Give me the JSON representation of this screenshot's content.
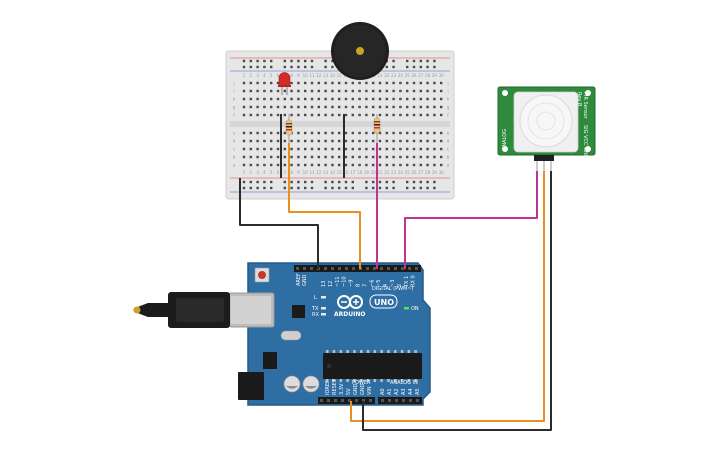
{
  "arduino": {
    "brand": "ARDUINO",
    "model": "UNO",
    "digital_label": "DIGITAL (PWM~)",
    "power_label": "POWER",
    "analog_label": "ANALOG IN",
    "on_label": "ON",
    "tx_label": "TX",
    "rx_label": "RX",
    "l_label": "L",
    "aref_label": "AREF",
    "gnd_label": "GND",
    "digital_pins": [
      "13",
      "12",
      "~11",
      "~10",
      "~9",
      "8",
      "7",
      "~6",
      "~5",
      "4",
      "~3",
      "2",
      "TX 1",
      "RX 0"
    ],
    "power_pins": [
      "IOREF",
      "RESET",
      "3.3V",
      "5V",
      "GND",
      "GND",
      "VIN"
    ],
    "analog_pins": [
      "A0",
      "A1",
      "A2",
      "A3",
      "A4",
      "A5"
    ]
  },
  "pir": {
    "label_left": "ANALOG",
    "label_right_top": "PIR Sensor",
    "label_right_sub": "Rev B",
    "label_right_bottom": "SIG VCC GND"
  },
  "breadboard": {
    "rows_top": [
      "j",
      "i",
      "h",
      "g",
      "f"
    ],
    "rows_bottom": [
      "e",
      "d",
      "c",
      "b",
      "a"
    ],
    "columns": [
      "1",
      "2",
      "3",
      "4",
      "5",
      "6",
      "7",
      "8",
      "9",
      "10",
      "11",
      "12",
      "13",
      "14",
      "15",
      "16",
      "17",
      "18",
      "19",
      "20",
      "21",
      "22",
      "23",
      "24",
      "25",
      "26",
      "27",
      "28",
      "29",
      "30"
    ]
  },
  "colors": {
    "board": "#2f6ea3",
    "board_edge": "#245a88",
    "wire_black": "#2b2b2b",
    "wire_orange": "#e8901f",
    "wire_magenta": "#c0338f",
    "pir_green": "#2e8b3d",
    "led_red": "#d42a2a",
    "buzzer": "#1f1f1f"
  }
}
